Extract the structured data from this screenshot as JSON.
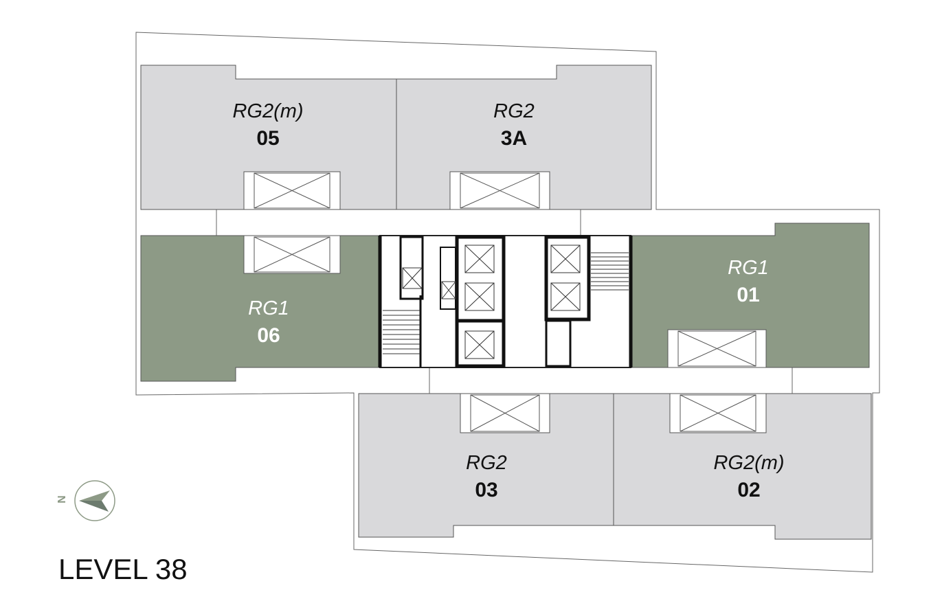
{
  "title": "LEVEL 38",
  "compass": {
    "letter": "N",
    "icon": "north-arrow-icon"
  },
  "colors": {
    "unit_grey": "#d9d9db",
    "unit_green": "#8d9a86",
    "outline": "#555555"
  },
  "units": [
    {
      "id": "05",
      "type": "RG2(m)",
      "number": "05",
      "highlight": false
    },
    {
      "id": "3A",
      "type": "RG2",
      "number": "3A",
      "highlight": false
    },
    {
      "id": "06",
      "type": "RG1",
      "number": "06",
      "highlight": true
    },
    {
      "id": "01",
      "type": "RG1",
      "number": "01",
      "highlight": true
    },
    {
      "id": "03",
      "type": "RG2",
      "number": "03",
      "highlight": false
    },
    {
      "id": "02",
      "type": "RG2(m)",
      "number": "02",
      "highlight": false
    }
  ]
}
